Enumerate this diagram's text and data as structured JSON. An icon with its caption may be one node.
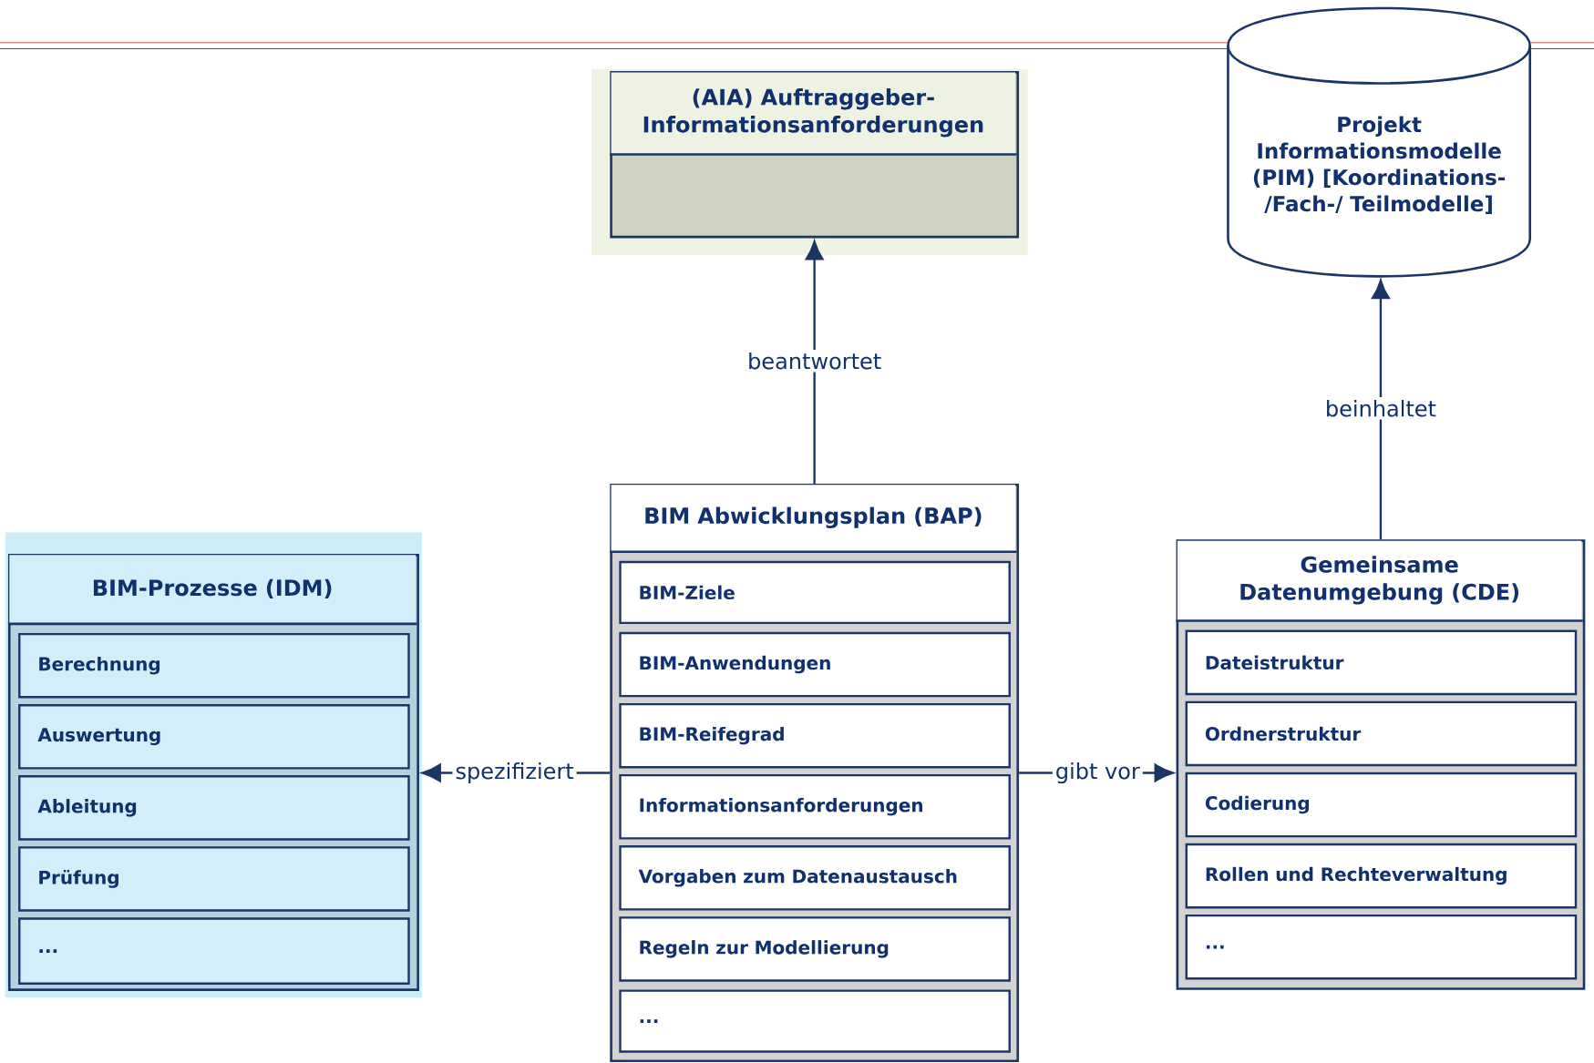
{
  "diagram": {
    "nodes": [
      {
        "text": [
          "(AIA) Auftraggeber-Informationsanforderungen"
        ]
      },
      {
        "text": [
          "Projekt Informationsmodelle (PIM) [Koordinations-/Fach-/ Teilmodelle]"
        ]
      },
      {
        "text": [
          "BIM-Prozesse (IDM)"
        ]
      },
      {
        "text": [
          "Berechnung"
        ],
        "in": 2
      },
      {
        "text": [
          "Auswertung"
        ],
        "in": 2
      },
      {
        "text": [
          "Ableitung"
        ],
        "in": 2
      },
      {
        "text": [
          "Prüfung"
        ],
        "in": 2
      },
      {
        "text": [
          "..."
        ],
        "in": 2
      },
      {
        "text": [
          "BIM Abwicklungsplan (BAP)"
        ]
      },
      {
        "text": [
          "BIM-Ziele"
        ],
        "in": 8
      },
      {
        "text": [
          "BIM-Anwendungen"
        ],
        "in": 8
      },
      {
        "text": [
          "BIM-Reifegrad"
        ],
        "in": 8
      },
      {
        "text": [
          "Informationsanforderungen"
        ],
        "in": 8
      },
      {
        "text": [
          "Vorgaben zum Datenaustausch"
        ],
        "in": 8
      },
      {
        "text": [
          "Regeln zur Modellierung"
        ],
        "in": 8
      },
      {
        "text": [
          "..."
        ],
        "in": 8
      },
      {
        "text": [
          "Gemeinsame Datenumgebung (CDE)"
        ]
      },
      {
        "text": [
          "Dateistruktur"
        ],
        "in": 16
      },
      {
        "text": [
          "Ordnerstruktur"
        ],
        "in": 16
      },
      {
        "text": [
          "Codierung"
        ],
        "in": 16
      },
      {
        "text": [
          "Rollen und Rechteverwaltung"
        ],
        "in": 16
      },
      {
        "text": [
          "..."
        ],
        "in": 16
      }
    ],
    "edges": [
      {
        "from": 8,
        "to": 0,
        "arrow": "to",
        "label": "beantwortet"
      },
      {
        "from": 16,
        "to": 1,
        "arrow": "to",
        "label": "beinhaltet"
      },
      {
        "from": 8,
        "to": 2,
        "arrow": "to",
        "label": "spezifiziert"
      },
      {
        "from": 8,
        "to": 16,
        "arrow": "to",
        "label": "gibt vor"
      }
    ]
  }
}
